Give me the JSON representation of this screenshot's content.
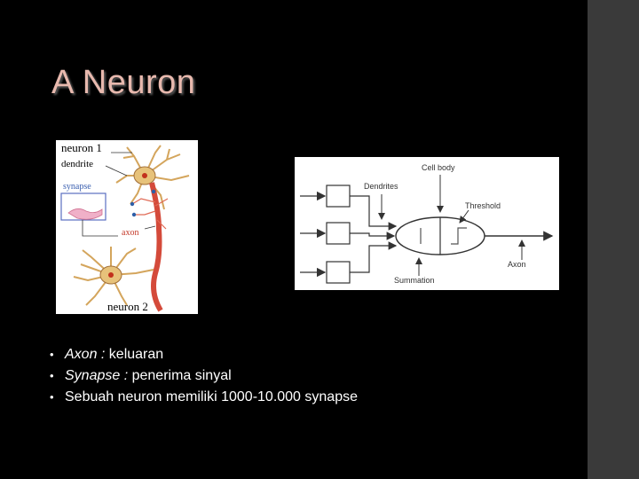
{
  "slide": {
    "title": "A Neuron",
    "figure1": {
      "labels": {
        "neuron1": "neuron 1",
        "dendrite": "dendrite",
        "synapse": "synapse",
        "axon": "axon",
        "neuron2": "neuron 2"
      }
    },
    "figure2": {
      "labels": {
        "cell_body": "Cell body",
        "dendrites": "Dendrites",
        "threshold": "Threshold",
        "axon": "Axon",
        "summation": "Summation"
      }
    },
    "bullets": [
      {
        "bullet": "•",
        "term": "Axon :",
        "text": " keluaran"
      },
      {
        "bullet": "•",
        "term": "Synapse :",
        "text": " penerima sinyal"
      },
      {
        "bullet": "•",
        "term": "",
        "text": "Sebuah neuron memiliki 1000-10.000 synapse"
      }
    ]
  }
}
